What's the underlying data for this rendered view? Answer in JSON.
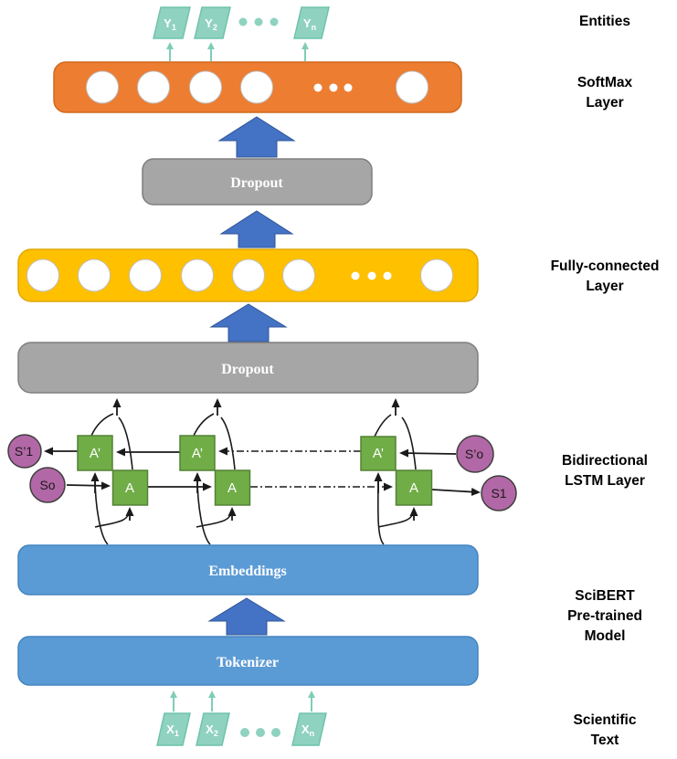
{
  "side_labels": {
    "entities": [
      "Entities"
    ],
    "softmax": [
      "SoftMax",
      "Layer"
    ],
    "fully_connected": [
      "Fully-connected",
      "Layer"
    ],
    "bilstm": [
      "Bidirectional",
      "LSTM Layer"
    ],
    "scibert": [
      "SciBERT",
      "Pre-trained",
      "Model"
    ],
    "scientific_text": [
      "Scientific",
      "Text"
    ]
  },
  "layers": {
    "dropout_top": "Dropout",
    "dropout_bottom": "Dropout",
    "embeddings": "Embeddings",
    "tokenizer": "Tokenizer"
  },
  "outputs": [
    {
      "base": "Y",
      "sub": "1"
    },
    {
      "base": "Y",
      "sub": "2"
    },
    {
      "base": "Y",
      "sub": "n"
    }
  ],
  "inputs": [
    {
      "base": "X",
      "sub": "1"
    },
    {
      "base": "X",
      "sub": "2"
    },
    {
      "base": "X",
      "sub": "n"
    }
  ],
  "lstm": {
    "backward_cells": [
      "A’",
      "A’",
      "A’"
    ],
    "forward_cells": [
      "A",
      "A",
      "A"
    ],
    "states": {
      "s_prime_1": "S’1",
      "s_o": "So",
      "s_prime_o": "S’o",
      "s_1": "S1"
    }
  },
  "neurons": {
    "softmax_circles_shown": 5,
    "softmax_ellipsis_dots": 3,
    "fully_connected_circles_shown": 7,
    "fully_connected_ellipsis_dots": 3
  },
  "colors": {
    "teal": "#8FD2BF",
    "orange": "#ED7D31",
    "yellow": "#FFC000",
    "gray": "#A6A6A6",
    "light_blue": "#5B9BD5",
    "arrow_blue": "#4472C4",
    "green": "#70AD47",
    "purple": "#B268A6"
  }
}
